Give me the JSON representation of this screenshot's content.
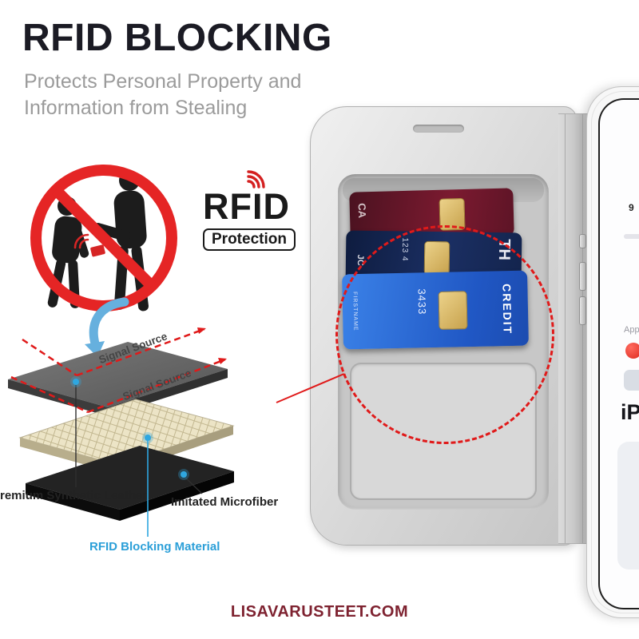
{
  "header": {
    "title": "RFID BLOCKING",
    "subtitle_line1": "Protects Personal Property and",
    "subtitle_line2": "Information from Stealing"
  },
  "rfid_badge": {
    "title": "RFID",
    "subtitle": "Protection"
  },
  "diagram": {
    "signal_source_top": "Signal Source",
    "signal_source_bottom": "Signal Source",
    "label_leather": "Premium Synthetic Leather",
    "label_microfiber": "Imitated Microfiber",
    "label_blocking": "RFID Blocking Material"
  },
  "case": {
    "card_maroon": {
      "side_text": "CA"
    },
    "card_navy": {
      "big_text": "TH",
      "number": "123 4",
      "name": "JC"
    },
    "card_blue": {
      "label": "CREDIT",
      "number": "3433",
      "name": "FIRSTNAME"
    }
  },
  "phone": {
    "status_time": "9",
    "app_fragment": "App",
    "title_fragment": "iP"
  },
  "watermark": "LISAVARUSTEET.COM",
  "colors": {
    "accent_red": "#e01a1a",
    "label_blue": "#2b9fd8",
    "watermark_maroon": "#7e2230"
  }
}
